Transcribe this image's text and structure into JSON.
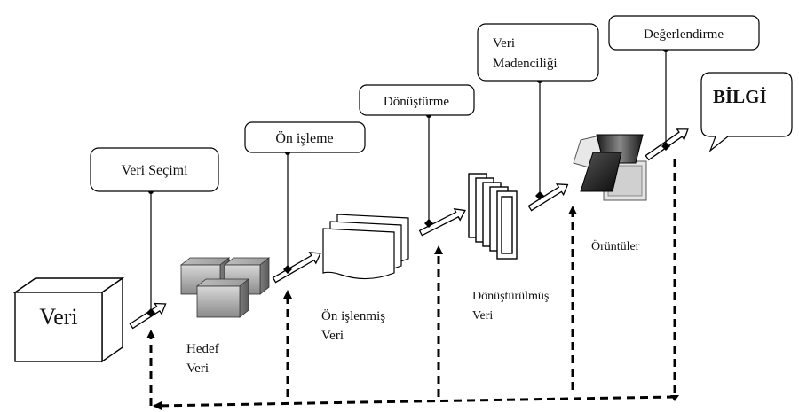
{
  "steps": {
    "selection": "Veri Seçimi",
    "preprocessing": "Ön işleme",
    "transformation": "Dönüştürme",
    "mining_line1": "Veri",
    "mining_line2": "Madenciliği",
    "evaluation": "Değerlendirme"
  },
  "artifacts": {
    "data": "Veri",
    "target_line1": "Hedef",
    "target_line2": "Veri",
    "preprocessed_line1": "Ön işlenmiş",
    "preprocessed_line2": "Veri",
    "transformed_line1": "Dönüştürülmüş",
    "transformed_line2": "Veri",
    "patterns": "Örüntüler",
    "knowledge": "BİLGİ"
  },
  "icons": {
    "data": "cube-icon",
    "target": "stacked-cubes-icon",
    "preprocessed": "document-stack-icon",
    "transformed": "frame-stack-icon",
    "patterns": "pattern-shapes-icon",
    "knowledge": "speech-bubble-icon"
  }
}
